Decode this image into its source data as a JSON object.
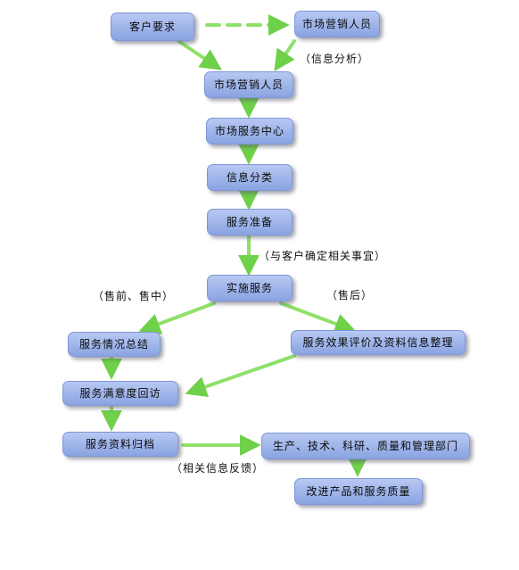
{
  "nodes": {
    "customer_request": "客户要求",
    "marketing_staff_right": "市场营销人员",
    "marketing_staff": "市场营销人员",
    "service_center": "市场服务中心",
    "info_classify": "信息分类",
    "service_prep": "服务准备",
    "implement_service": "实施服务",
    "service_summary": "服务情况总结",
    "effect_evaluation": "服务效果评价及资料信息整理",
    "satisfaction_visit": "服务满意度回访",
    "service_archive": "服务资料归档",
    "departments": "生产、技术、科研、质量和管理部门",
    "improve_quality": "改进产品和服务质量"
  },
  "notes": {
    "info_analysis": "（信息分析）",
    "confirm_with_customer": "（与客户确定相关事宜）",
    "pre_mid_sale": "（售前、售中）",
    "after_sale": "（售后）",
    "feedback": "（相关信息反馈）"
  },
  "colors": {
    "box_fill": "#9fb5ec",
    "arrow": "#7ed957"
  }
}
